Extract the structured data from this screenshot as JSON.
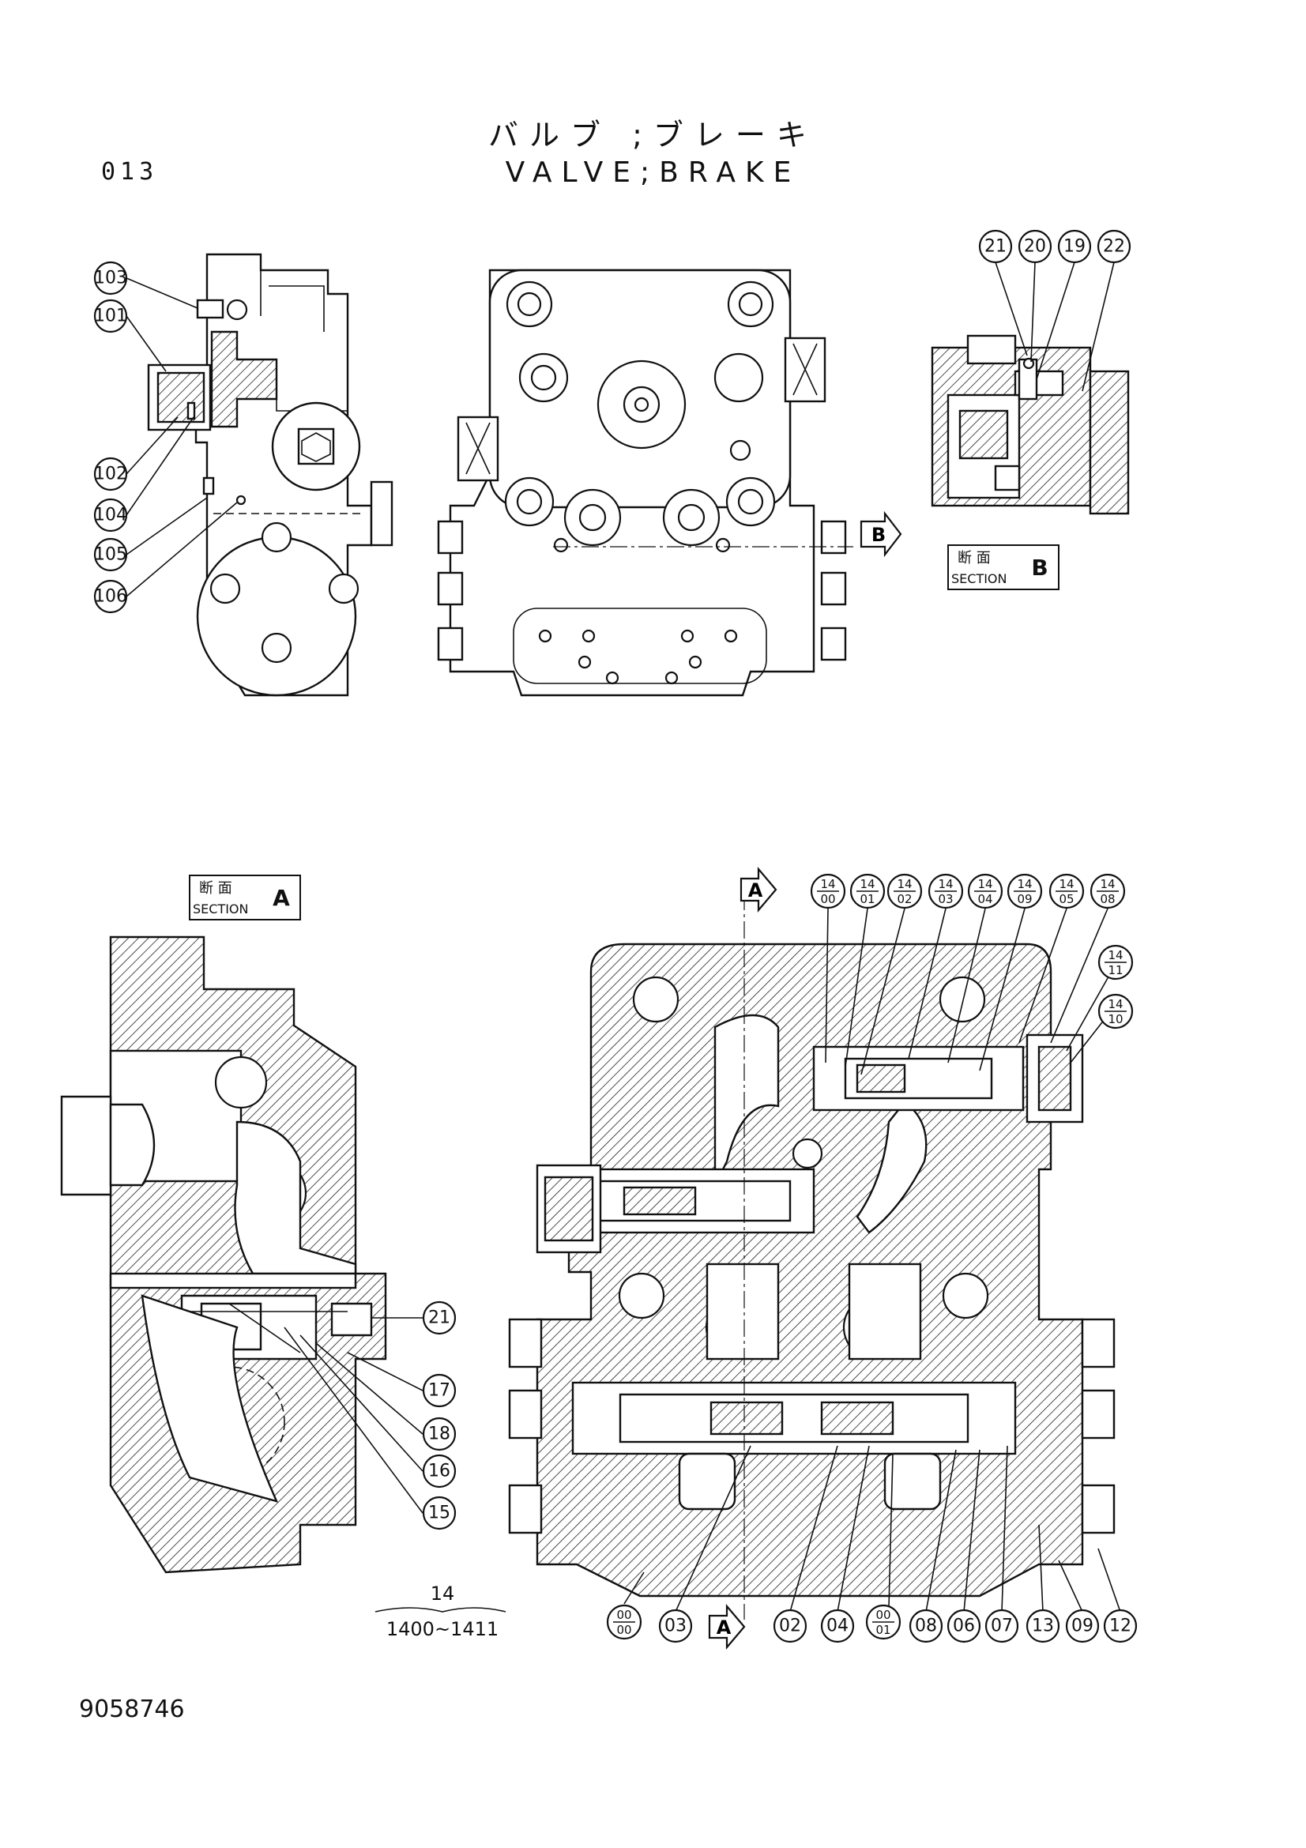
{
  "header": {
    "page_code": "013",
    "title_jp": "バルブ ;ブレーキ",
    "title_en": "VALVE;BRAKE"
  },
  "footer": {
    "drawing_number": "9058746"
  },
  "section_labels": {
    "jp": "断 面",
    "en": "SECTION",
    "a_letter": "A",
    "b_letter": "B"
  },
  "view_markers": {
    "a": "A",
    "b": "B"
  },
  "assembly_note": {
    "item": "14",
    "range": "1400~1411"
  },
  "callouts": {
    "top_left": [
      "103",
      "101",
      "102",
      "104",
      "105",
      "106"
    ],
    "section_b": [
      "21",
      "20",
      "19",
      "22"
    ],
    "section_a": [
      "21",
      "17",
      "18",
      "16",
      "15"
    ],
    "main_bottom": [
      "03",
      "02",
      "04",
      "08",
      "06",
      "07",
      "13",
      "09",
      "12"
    ],
    "fractions": [
      {
        "top": "14",
        "bottom": "00"
      },
      {
        "top": "14",
        "bottom": "01"
      },
      {
        "top": "14",
        "bottom": "02"
      },
      {
        "top": "14",
        "bottom": "03"
      },
      {
        "top": "14",
        "bottom": "04"
      },
      {
        "top": "14",
        "bottom": "09"
      },
      {
        "top": "14",
        "bottom": "05"
      },
      {
        "top": "14",
        "bottom": "08"
      },
      {
        "top": "14",
        "bottom": "11"
      },
      {
        "top": "14",
        "bottom": "10"
      },
      {
        "top": "00",
        "bottom": "00"
      },
      {
        "top": "00",
        "bottom": "01"
      }
    ]
  }
}
